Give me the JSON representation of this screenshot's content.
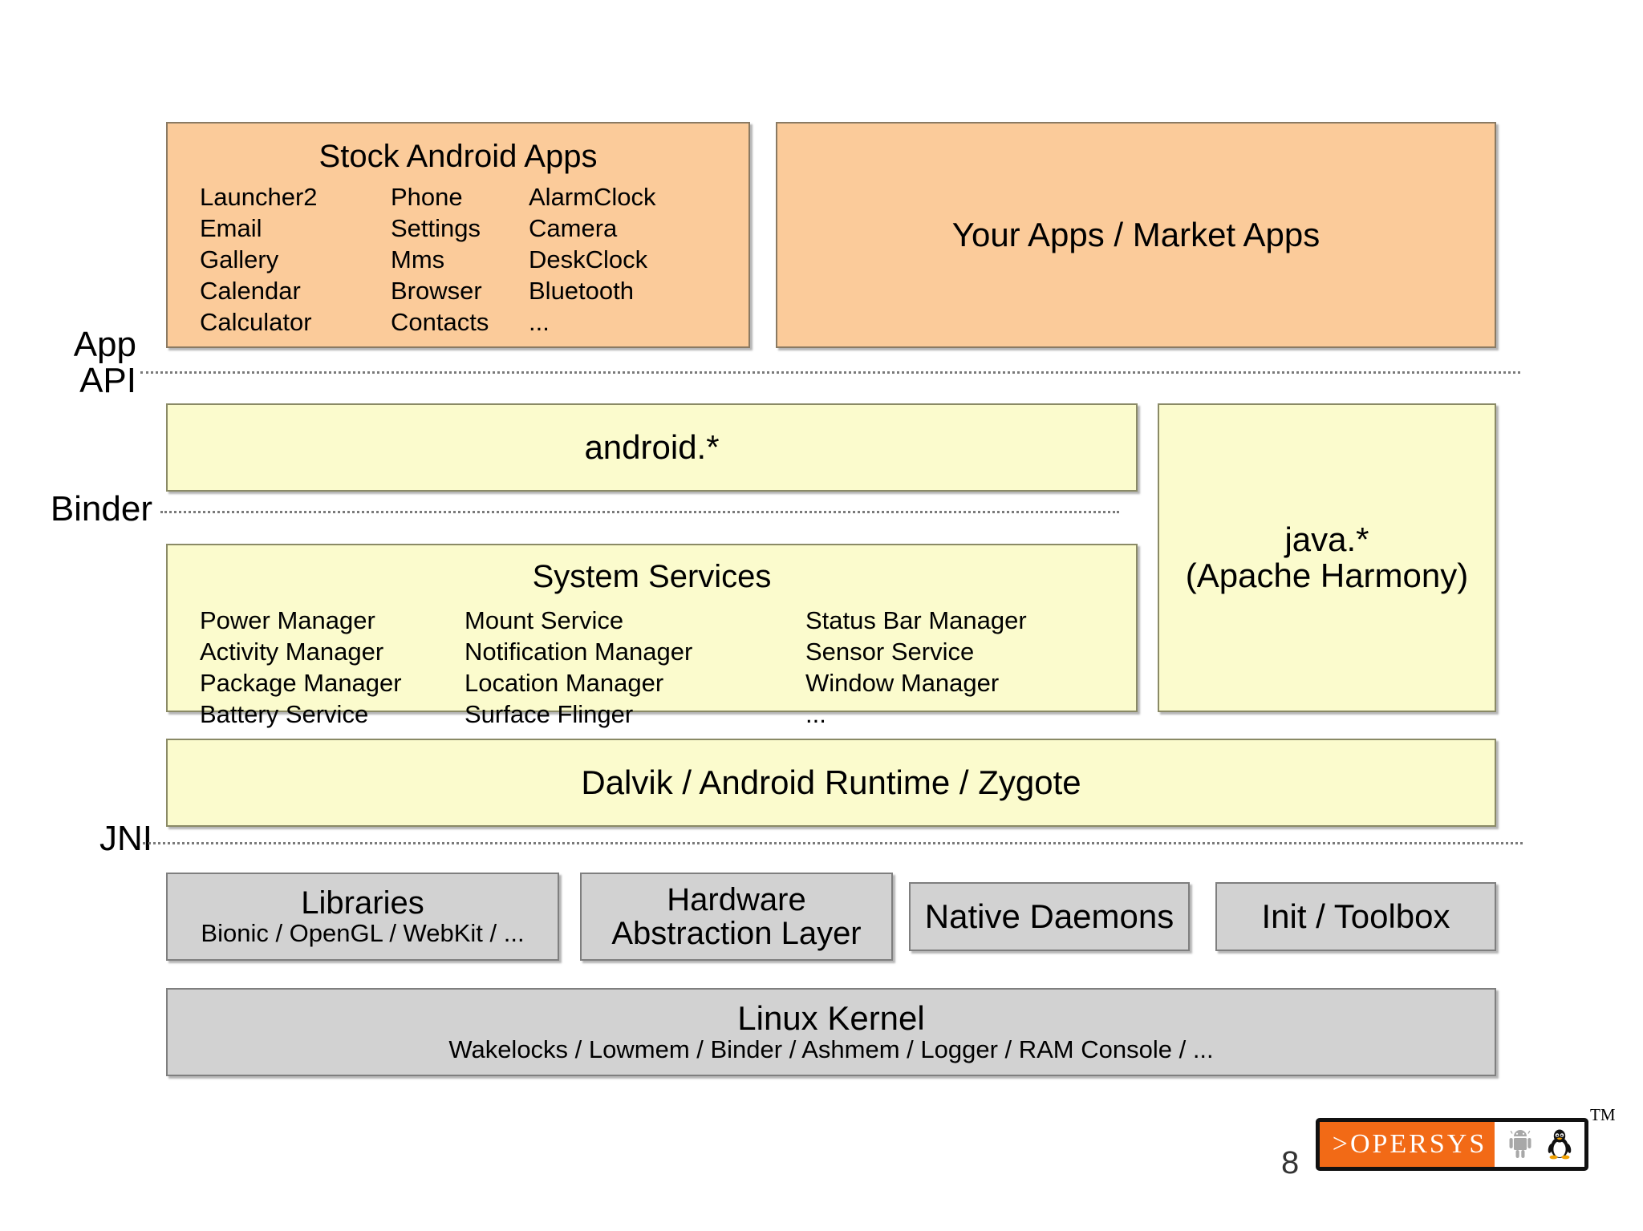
{
  "slide": {
    "page_number": "8",
    "trademark": "TM"
  },
  "layer_labels": {
    "app_api": "App\nAPI",
    "binder": "Binder",
    "jni": "JNI"
  },
  "app_layer": {
    "stock_apps": {
      "title": "Stock Android Apps",
      "columns": [
        [
          "Launcher2",
          "Email",
          "Gallery",
          "Calendar",
          "Calculator"
        ],
        [
          "Phone",
          "Settings",
          "Mms",
          "Browser",
          "Contacts"
        ],
        [
          "AlarmClock",
          "Camera",
          "DeskClock",
          "Bluetooth",
          "..."
        ]
      ]
    },
    "market_apps": {
      "title": "Your Apps / Market Apps"
    }
  },
  "framework_layer": {
    "android_api": {
      "title": "android.*"
    },
    "java_api": {
      "title": "java.*",
      "subtitle": "(Apache Harmony)"
    },
    "system_services": {
      "title": "System Services",
      "columns": [
        [
          "Power Manager",
          "Activity Manager",
          "Package Manager",
          "Battery Service"
        ],
        [
          "Mount Service",
          "Notification Manager",
          "Location Manager",
          "Surface Flinger"
        ],
        [
          "Status Bar Manager",
          "Sensor Service",
          "Window Manager",
          "..."
        ]
      ]
    },
    "runtime": {
      "title": "Dalvik / Android Runtime / Zygote"
    }
  },
  "native_layer": {
    "libraries": {
      "title": "Libraries",
      "subtitle": "Bionic / OpenGL / WebKit / ..."
    },
    "hal": {
      "title_line1": "Hardware",
      "title_line2": "Abstraction Layer"
    },
    "native_daemons": {
      "title": "Native Daemons"
    },
    "init_toolbox": {
      "title": "Init / Toolbox"
    }
  },
  "kernel_layer": {
    "linux_kernel": {
      "title": "Linux Kernel",
      "subtitle": "Wakelocks / Lowmem / Binder / Ashmem / Logger / RAM Console / ..."
    }
  },
  "branding": {
    "name": "OPERSYS",
    "prompt": ">",
    "icons": [
      "android-robot-icon",
      "linux-penguin-icon"
    ]
  },
  "colors": {
    "app_box": "#fbcb9a",
    "framework_box": "#fbfbcd",
    "native_box": "#d2d2d2",
    "brand_orange": "#f26a16",
    "brand_black": "#111111"
  }
}
